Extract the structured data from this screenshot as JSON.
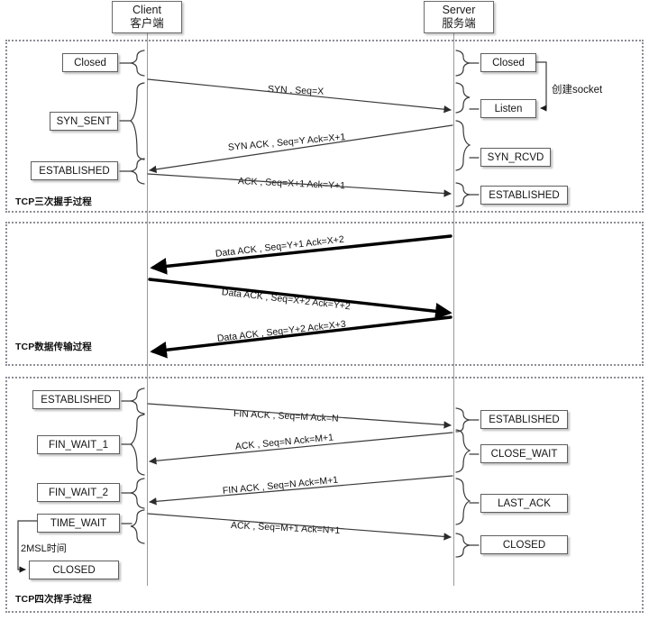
{
  "diagram": {
    "title_note": "TCP connection lifecycle sequence diagram",
    "actors": [
      {
        "name": "client",
        "line1": "Client",
        "line2": "客户端"
      },
      {
        "name": "server",
        "line1": "Server",
        "line2": "服务端"
      }
    ],
    "sections": [
      {
        "id": "handshake",
        "label": "TCP三次握手过程"
      },
      {
        "id": "transfer",
        "label": "TCP数据传输过程"
      },
      {
        "id": "teardown",
        "label": "TCP四次挥手过程"
      }
    ],
    "handshake": {
      "client_states": [
        "Closed",
        "SYN_SENT",
        "ESTABLISHED"
      ],
      "server_states": [
        "Closed",
        "Listen",
        "SYN_RCVD",
        "ESTABLISHED"
      ],
      "annotation": "创建socket",
      "messages": [
        {
          "text": "SYN , Seq=X",
          "direction": "client-to-server"
        },
        {
          "text": "SYN ACK , Seq=Y Ack=X+1",
          "direction": "server-to-client"
        },
        {
          "text": "ACK , Seq=X+1 Ack=Y+1",
          "direction": "client-to-server"
        }
      ]
    },
    "transfer": {
      "messages": [
        {
          "text": "Data ACK , Seq=Y+1 Ack=X+2",
          "direction": "server-to-client"
        },
        {
          "text": "Data ACK , Seq=X+2 Ack=Y+2",
          "direction": "client-to-server"
        },
        {
          "text": "Data ACK , Seq=Y+2 Ack=X+3",
          "direction": "server-to-client"
        }
      ]
    },
    "teardown": {
      "client_states": [
        "ESTABLISHED",
        "FIN_WAIT_1",
        "FIN_WAIT_2",
        "TIME_WAIT",
        "CLOSED"
      ],
      "server_states": [
        "ESTABLISHED",
        "CLOSE_WAIT",
        "LAST_ACK",
        "CLOSED"
      ],
      "annotation": "2MSL时间",
      "messages": [
        {
          "text": "FIN ACK , Seq=M Ack=N",
          "direction": "client-to-server"
        },
        {
          "text": "ACK , Seq=N Ack=M+1",
          "direction": "server-to-client"
        },
        {
          "text": "FIN ACK , Seq=N Ack=M+1",
          "direction": "server-to-client"
        },
        {
          "text": "ACK , Seq=M+1 Ack=N+1",
          "direction": "client-to-server"
        }
      ]
    },
    "colors": {
      "background": "#ffffff",
      "box_border": "#5f5f5f",
      "section_border": "#8d8d96",
      "lifeline": "#9a9a9a",
      "arrow_thin": "#2b2b2b",
      "arrow_thick": "#000000",
      "text": "#141414"
    }
  }
}
